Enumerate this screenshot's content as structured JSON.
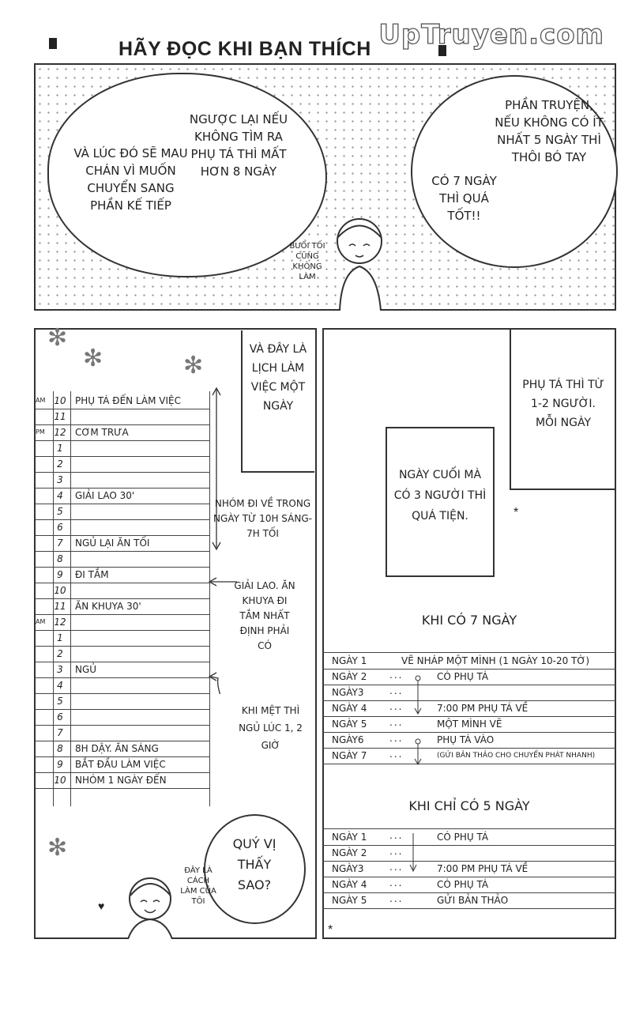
{
  "header": {
    "title": "HÃY ĐỌC KHI BẠN THÍCH",
    "watermark": "UpTruyen.com"
  },
  "top_panel": {
    "bubble_left_a": "VÀ LÚC ĐÓ SẼ MAU CHÁN VÌ MUỐN CHUYỂN SANG PHẦN KẾ TIẾP",
    "bubble_left_b": "NGƯỢC LẠI NẾU KHÔNG TÌM RA PHỤ TÁ THÌ MẤT HƠN 8 NGÀY",
    "bubble_right_a": "CÓ 7 NGÀY THÌ QUÁ TỐT!!",
    "bubble_right_b": "PHẦN TRUYỆN, NẾU KHÔNG CÓ ÍT NHẤT 5 NGÀY THÌ THÔI BÓ TAY",
    "aside": "BUỔI TỐI CŨNG KHÔNG LÀM"
  },
  "schedule": {
    "heading": "VÀ ĐÂY LÀ LỊCH LÀM VIỆC MỘT NGÀY",
    "rows": [
      {
        "ampm": "AM",
        "hour": "10",
        "activity": "PHỤ TÁ ĐẾN LÀM VIỆC"
      },
      {
        "ampm": "",
        "hour": "11",
        "activity": ""
      },
      {
        "ampm": "PM",
        "hour": "12",
        "activity": "CƠM TRƯA"
      },
      {
        "ampm": "",
        "hour": "1",
        "activity": ""
      },
      {
        "ampm": "",
        "hour": "2",
        "activity": ""
      },
      {
        "ampm": "",
        "hour": "3",
        "activity": ""
      },
      {
        "ampm": "",
        "hour": "4",
        "activity": "GIẢI LAO 30'"
      },
      {
        "ampm": "",
        "hour": "5",
        "activity": ""
      },
      {
        "ampm": "",
        "hour": "6",
        "activity": ""
      },
      {
        "ampm": "",
        "hour": "7",
        "activity": "NGỦ LẠI ĂN TỐI"
      },
      {
        "ampm": "",
        "hour": "8",
        "activity": ""
      },
      {
        "ampm": "",
        "hour": "9",
        "activity": "ĐI TẮM"
      },
      {
        "ampm": "",
        "hour": "10",
        "activity": ""
      },
      {
        "ampm": "",
        "hour": "11",
        "activity": "ĂN KHUYA 30'"
      },
      {
        "ampm": "AM",
        "hour": "12",
        "activity": ""
      },
      {
        "ampm": "",
        "hour": "1",
        "activity": ""
      },
      {
        "ampm": "",
        "hour": "2",
        "activity": ""
      },
      {
        "ampm": "",
        "hour": "3",
        "activity": "NGỦ"
      },
      {
        "ampm": "",
        "hour": "4",
        "activity": ""
      },
      {
        "ampm": "",
        "hour": "5",
        "activity": ""
      },
      {
        "ampm": "",
        "hour": "6",
        "activity": ""
      },
      {
        "ampm": "",
        "hour": "7",
        "activity": ""
      },
      {
        "ampm": "",
        "hour": "8",
        "activity": "8H DẬY. ĂN SÁNG"
      },
      {
        "ampm": "",
        "hour": "9",
        "activity": "BẮT ĐẦU LÀM VIỆC"
      },
      {
        "ampm": "",
        "hour": "10",
        "activity": "NHÓM 1 NGÀY ĐẾN"
      }
    ],
    "note_team": "NHÓM ĐI VỀ TRONG NGÀY TỪ 10H SÁNG-7H TỐI",
    "note_break": "GIẢI LAO. ĂN KHUYA ĐI TẮM NHẤT ĐỊNH PHẢI CÓ",
    "note_sleep": "KHI MỆT THÌ NGỦ LÚC 1, 2 GIỜ",
    "bubble_ask": "QUÝ VỊ THẤY SAO?",
    "aside": "ĐÂY LÀ CÁCH LÀM CỦA TÔI"
  },
  "plans": {
    "box_assist": "PHỤ TÁ THÌ TỪ 1-2 NGƯỜI. MỖI NGÀY",
    "box_last_day": "NGÀY CUỐI MÀ CÓ 3 NGƯỜI THÌ QUÁ TIỆN.",
    "seven_heading": "KHI CÓ 7 NGÀY",
    "seven_rows": [
      {
        "day": "NGÀY 1",
        "dots": "",
        "text": "VẼ NHÁP MỘT MÌNH (1 NGÀY 10-20 TỜ)"
      },
      {
        "day": "NGÀY 2",
        "dots": "...",
        "text": "CÓ PHỤ TÁ"
      },
      {
        "day": "NGÀY3",
        "dots": "...",
        "text": ""
      },
      {
        "day": "NGÀY 4",
        "dots": "...",
        "text": "7:00 PM PHỤ TÁ VỀ"
      },
      {
        "day": "NGÀY 5",
        "dots": "...",
        "text": "MỘT MÌNH VẼ"
      },
      {
        "day": "NGÀY6",
        "dots": "...",
        "text": "PHỤ TÁ VÀO"
      },
      {
        "day": "NGÀY 7",
        "dots": "...",
        "text": "(GỬI BẢN THẢO CHO CHUYỂN PHÁT NHANH)"
      }
    ],
    "five_heading": "KHI CHỈ CÓ 5 NGÀY",
    "five_rows": [
      {
        "day": "NGÀY 1",
        "dots": "...",
        "text": "CÓ PHỤ TÁ"
      },
      {
        "day": "NGÀY 2",
        "dots": "...",
        "text": ""
      },
      {
        "day": "NGÀY3",
        "dots": "...",
        "text": "7:00 PM PHỤ TÁ VỀ"
      },
      {
        "day": "NGÀY 4",
        "dots": "...",
        "text": "CÓ PHỤ TÁ"
      },
      {
        "day": "NGÀY 5",
        "dots": "...",
        "text": "GỬI BẢN THẢO"
      }
    ]
  }
}
